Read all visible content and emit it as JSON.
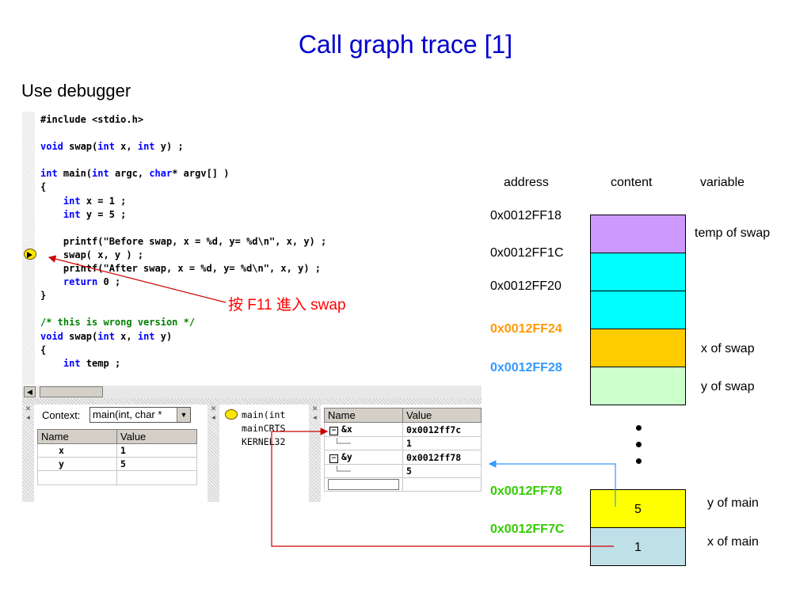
{
  "slide": {
    "title": "Call graph trace  [1]",
    "subtitle": "Use debugger"
  },
  "editor": {
    "annotation": "按 F11 進入 swap"
  },
  "context_pane": {
    "label": "Context:",
    "value": "main(int, char *",
    "columns": [
      "Name",
      "Value"
    ],
    "rows": [
      {
        "name": "x",
        "value": "1"
      },
      {
        "name": "y",
        "value": "5"
      }
    ]
  },
  "callstack_pane": {
    "items": [
      "main(int",
      "mainCRTS",
      "KERNEL32"
    ]
  },
  "watch_pane": {
    "columns": [
      "Name",
      "Value"
    ],
    "rows": [
      {
        "name": "&x",
        "value": "0x0012ff7c"
      },
      {
        "name": "",
        "value": "1"
      },
      {
        "name": "&y",
        "value": "0x0012ff78"
      },
      {
        "name": "",
        "value": "5"
      }
    ]
  },
  "memory": {
    "headers": {
      "address": "address",
      "content": "content",
      "variable": "variable"
    },
    "addresses": [
      "0x0012FF18",
      "0x0012FF1C",
      "0x0012FF20",
      "0x0012FF24",
      "0x0012FF28",
      "0x0012FF78",
      "0x0012FF7C"
    ],
    "cells": [
      {
        "content": "",
        "color": "#cc99ff"
      },
      {
        "content": "",
        "color": "#00ffff"
      },
      {
        "content": "",
        "color": "#00ffff"
      },
      {
        "content": "",
        "color": "#ffcc00"
      },
      {
        "content": "",
        "color": "#ccffcc"
      },
      {
        "content": "5",
        "color": "#ffff00"
      },
      {
        "content": "1",
        "color": "#c0e0e8"
      }
    ],
    "variables": [
      "temp of swap",
      "x of swap",
      "y of swap",
      "y of main",
      "x of main"
    ]
  },
  "colors": {
    "title": "#0000cc",
    "annotation": "#ff0000",
    "arrow_red": "#cc0000",
    "arrow_blue": "#3399ff",
    "addr_orange": "#ff9900",
    "addr_blue": "#3399ff",
    "addr_green": "#33cc00"
  }
}
